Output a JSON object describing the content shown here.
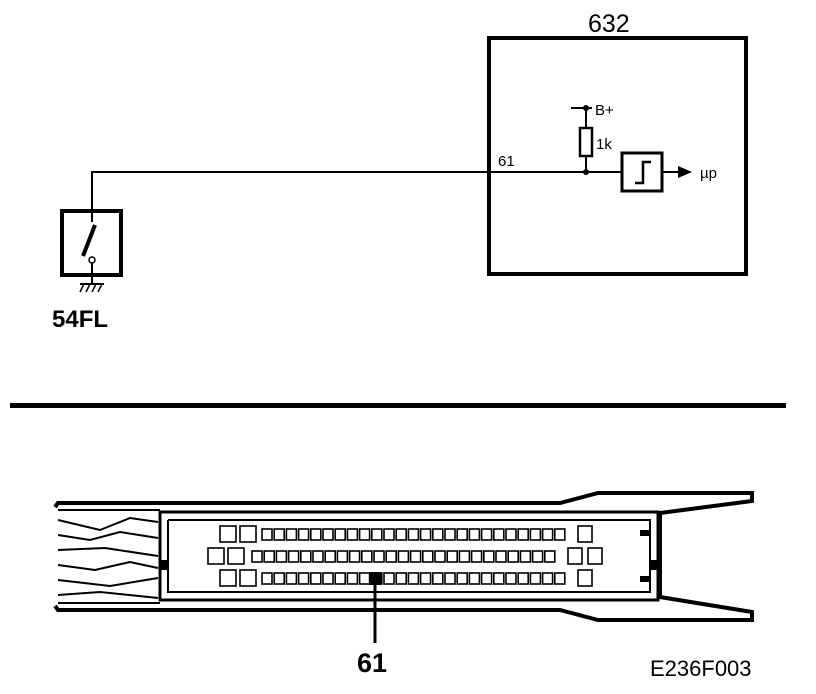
{
  "schematic": {
    "module_label": "632",
    "pin_label": "61",
    "supply_label": "B+",
    "resistor_label": "1k",
    "output_label": "µp",
    "switch_label": "54FL"
  },
  "connector": {
    "pin_callout": "61"
  },
  "figure_code": "E236F003"
}
